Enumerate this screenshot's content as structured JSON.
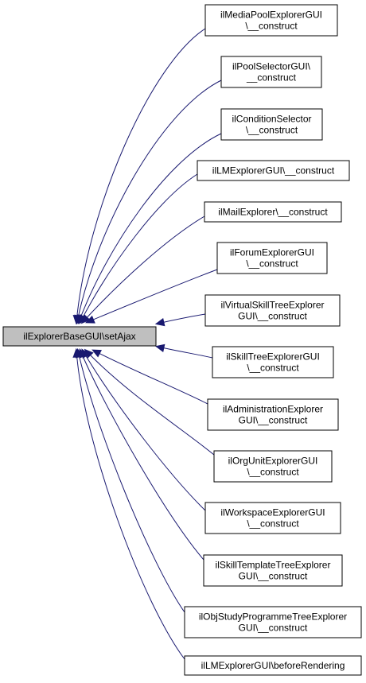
{
  "root": {
    "lines": [
      "ilExplorerBaseGUI\\setAjax"
    ]
  },
  "callers": [
    {
      "lines": [
        "ilMediaPoolExplorerGUI",
        "\\__construct"
      ]
    },
    {
      "lines": [
        "ilPoolSelectorGUI\\",
        "__construct"
      ]
    },
    {
      "lines": [
        "ilConditionSelector",
        "\\__construct"
      ]
    },
    {
      "lines": [
        "ilLMExplorerGUI\\__construct"
      ]
    },
    {
      "lines": [
        "ilMailExplorer\\__construct"
      ]
    },
    {
      "lines": [
        "ilForumExplorerGUI",
        "\\__construct"
      ]
    },
    {
      "lines": [
        "ilVirtualSkillTreeExplorer",
        "GUI\\__construct"
      ]
    },
    {
      "lines": [
        "ilSkillTreeExplorerGUI",
        "\\__construct"
      ]
    },
    {
      "lines": [
        "ilAdministrationExplorer",
        "GUI\\__construct"
      ]
    },
    {
      "lines": [
        "ilOrgUnitExplorerGUI",
        "\\__construct"
      ]
    },
    {
      "lines": [
        "ilWorkspaceExplorerGUI",
        "\\__construct"
      ]
    },
    {
      "lines": [
        "ilSkillTemplateTreeExplorer",
        "GUI\\__construct"
      ]
    },
    {
      "lines": [
        "ilObjStudyProgrammeTreeExplorer",
        "GUI\\__construct"
      ]
    },
    {
      "lines": [
        "ilLMExplorerGUI\\beforeRendering"
      ]
    }
  ]
}
